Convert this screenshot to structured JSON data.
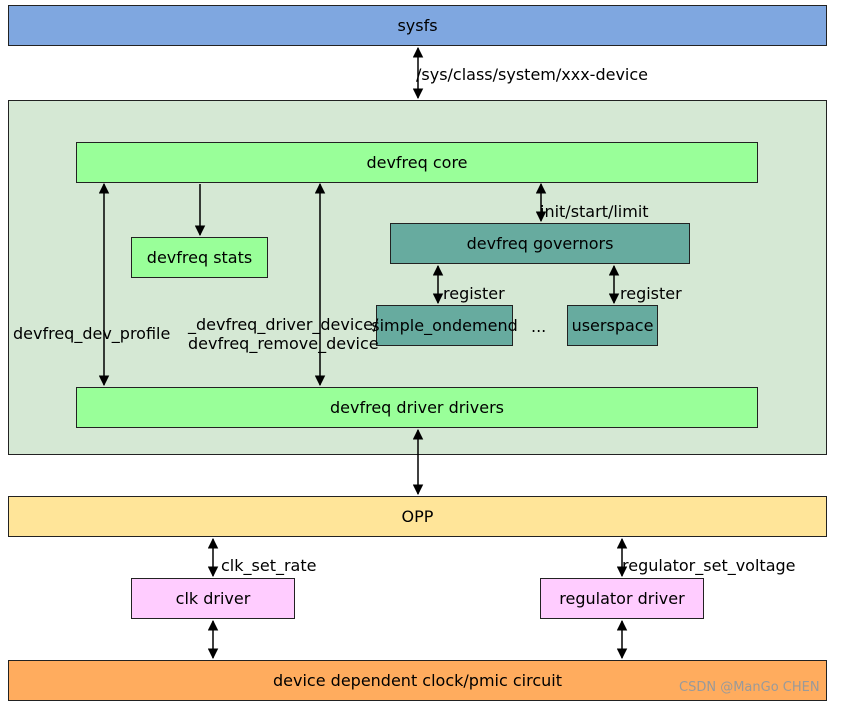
{
  "colors": {
    "sysfs": "#7fa7e0",
    "devfreq_container": "#d5e8d4",
    "light_green": "#99ff99",
    "teal": "#67ab9f",
    "opp": "#ffe599",
    "pink": "#ffccff",
    "orange": "#ffac5e"
  },
  "boxes": {
    "sysfs": "sysfs",
    "devfreq_core": "devfreq core",
    "devfreq_stats": "devfreq stats",
    "devfreq_governors": "devfreq governors",
    "simple_ondemand": "simple_ondemend",
    "ellipsis": "...",
    "userspace": "userspace",
    "driver_drivers": "devfreq driver drivers",
    "opp": "OPP",
    "clk_driver": "clk driver",
    "regulator_driver": "regulator driver",
    "circuit": "device dependent clock/pmic circuit"
  },
  "labels": {
    "sysfs_path": "/sys/class/system/xxx-device",
    "init_start_limit": "init/start/limit",
    "register_left": "register",
    "register_right": "register",
    "dev_profile": "devfreq_dev_profile",
    "driver_device_1": "_devfreq_driver_device/",
    "driver_device_2": "devfreq_remove_device",
    "clk_set_rate": "clk_set_rate",
    "regulator_set_voltage": "regulator_set_voltage"
  },
  "watermark": "CSDN @ManGo CHEN"
}
